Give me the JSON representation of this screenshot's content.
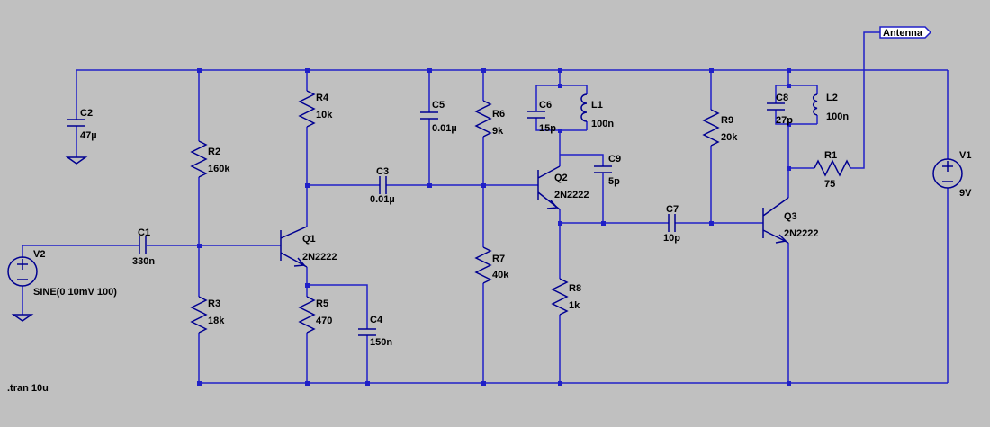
{
  "net_label": "Antenna",
  "directive": ".tran 10u",
  "components": {
    "V1": {
      "name": "V1",
      "value": "9V"
    },
    "V2": {
      "name": "V2",
      "value": "SINE(0 10mV 100)"
    },
    "C1": {
      "name": "C1",
      "value": "330n"
    },
    "C2": {
      "name": "C2",
      "value": "47µ"
    },
    "C3": {
      "name": "C3",
      "value": "0.01µ"
    },
    "C4": {
      "name": "C4",
      "value": "150n"
    },
    "C5": {
      "name": "C5",
      "value": "0.01µ"
    },
    "C6": {
      "name": "C6",
      "value": "15p"
    },
    "C7": {
      "name": "C7",
      "value": "10p"
    },
    "C8": {
      "name": "C8",
      "value": "27p"
    },
    "C9": {
      "name": "C9",
      "value": "5p"
    },
    "R1": {
      "name": "R1",
      "value": "75"
    },
    "R2": {
      "name": "R2",
      "value": "160k"
    },
    "R3": {
      "name": "R3",
      "value": "18k"
    },
    "R4": {
      "name": "R4",
      "value": "10k"
    },
    "R5": {
      "name": "R5",
      "value": "470"
    },
    "R6": {
      "name": "R6",
      "value": "9k"
    },
    "R7": {
      "name": "R7",
      "value": "40k"
    },
    "R8": {
      "name": "R8",
      "value": "1k"
    },
    "R9": {
      "name": "R9",
      "value": "20k"
    },
    "L1": {
      "name": "L1",
      "value": "100n"
    },
    "L2": {
      "name": "L2",
      "value": "100n"
    },
    "Q1": {
      "name": "Q1",
      "value": "2N2222"
    },
    "Q2": {
      "name": "Q2",
      "value": "2N2222"
    },
    "Q3": {
      "name": "Q3",
      "value": "2N2222"
    }
  }
}
